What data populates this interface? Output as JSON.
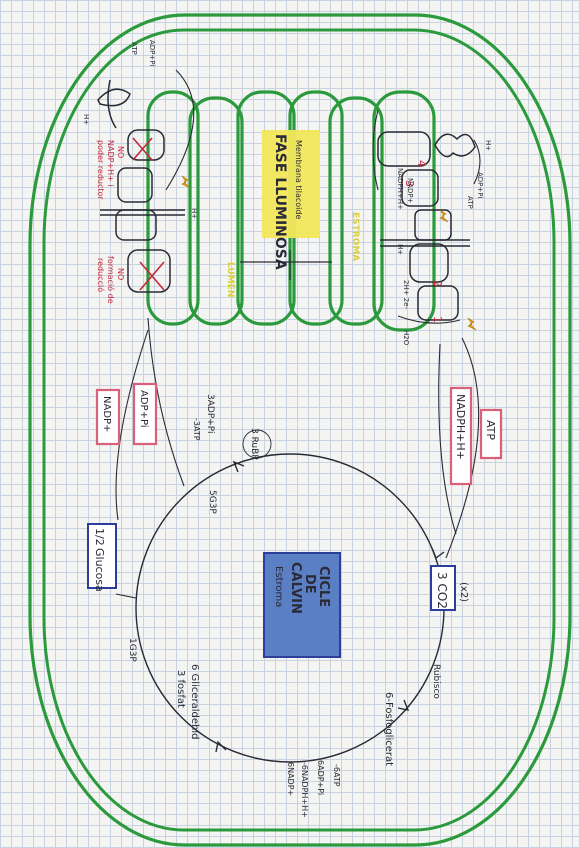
{
  "rotated_labels": {
    "fase_title": "FASE LLUMINOSA",
    "fase_sub": "Membrana tilacoide",
    "stroma_label": "ESTROMA",
    "lumen_label": "LUMEN",
    "calvin_title_1": "CICLE",
    "calvin_title_2": "DE",
    "calvin_title_3": "CALVIN",
    "calvin_sub": "Estroma",
    "atp_box": "ATP",
    "nadph_box": "NADPH+H+",
    "co2_mult": "(x2)",
    "co2_box": "3 CO2",
    "rubisco": "Rubisco",
    "fosfoglicerat": "6-Fosfoglicerat",
    "gatp": "-6ATP",
    "gadp": "6ADP+Pi",
    "gnadph": "-6NADPH+H+",
    "gnadp": "6NADP+",
    "gliceraldehid_1": "6 Gliceraldehid",
    "gliceraldehid_2": "3 fosfat",
    "g1gap": "1G3P",
    "glucosa_frac": "1/2",
    "glucosa": "Glucosa",
    "g5gap": "5G3P",
    "rubp": "3 RuBP",
    "adp3": "3ADP+Pi",
    "atp3": "-3ATP",
    "nadp_box": "NADP+",
    "adp_box": "ADP+Pi",
    "no_regen_1": "NO",
    "no_regen_2": "NADP+H+ i",
    "no_regen_3": "poder reductor",
    "no_form_1": "NO",
    "no_form_2": "formació de",
    "no_form_3": "reducció",
    "h_top": "H+",
    "adp_top": "ADP+Pi",
    "atp_top": "ATP",
    "nadp_top": "NADP+",
    "nadph_top": "NADPH+H+",
    "h_mid": "H+",
    "h2o_formula": "2H+ 2e-",
    "h2o": "H2O",
    "h_low": "H+",
    "h_left": "H+",
    "adp_left": "ADP+Pi",
    "atp_left": "ATP",
    "num1": "1",
    "num2": "2",
    "num3": "3",
    "num4": "4"
  },
  "colors": {
    "chloroplast": "#2a9a3c",
    "pink_box": "#d9607a",
    "blue_box": "#2c3e9a",
    "calvin_fill": "#5b7fc4",
    "yellow_hl": "#f2e75a",
    "red_ink": "#c3283c",
    "ink": "#2a2a36"
  }
}
